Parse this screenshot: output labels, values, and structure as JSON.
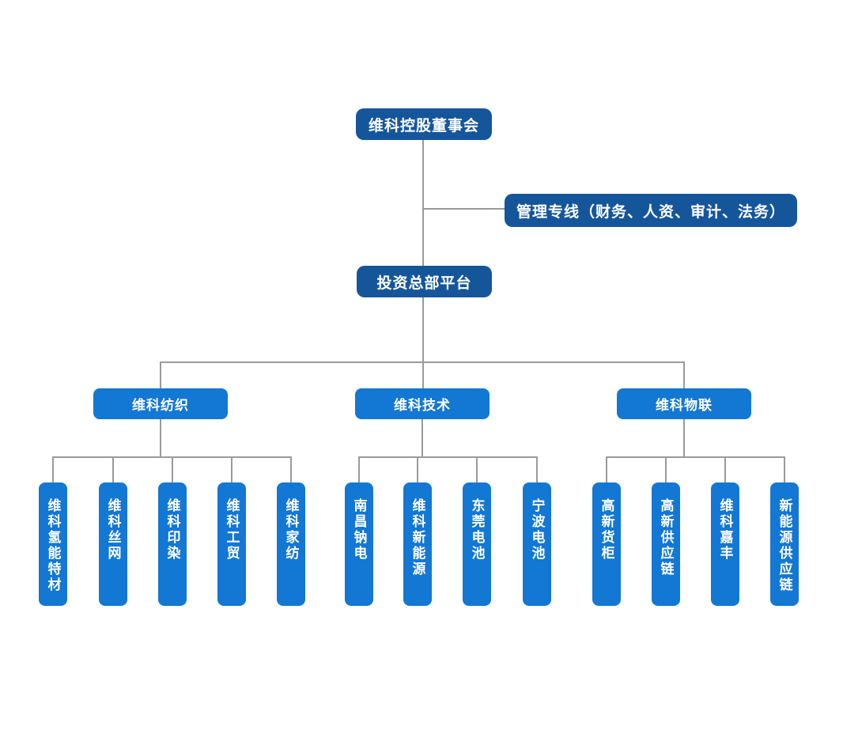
{
  "org_chart": {
    "root": "维科控股董事会",
    "management_line": "管理专线（财务、人资、审计、法务）",
    "platform": "投资总部平台",
    "branches": [
      {
        "label": "维科纺织",
        "children": [
          "维科氢能特材",
          "维科丝网",
          "维科印染",
          "维科工贸",
          "维科家纺"
        ]
      },
      {
        "label": "维科技术",
        "children": [
          "南昌钠电",
          "维科新能源",
          "东莞电池",
          "宁波电池"
        ]
      },
      {
        "label": "维科物联",
        "children": [
          "高新货柜",
          "高新供应链",
          "维科嘉丰",
          "新能源供应链"
        ]
      }
    ],
    "colors": {
      "node_dark_blue": "#15569B",
      "node_bright_blue": "#1377D4",
      "connector_gray": "#9A9A9A",
      "text_white": "#FFFFFF",
      "background": "#FFFFFF"
    }
  }
}
